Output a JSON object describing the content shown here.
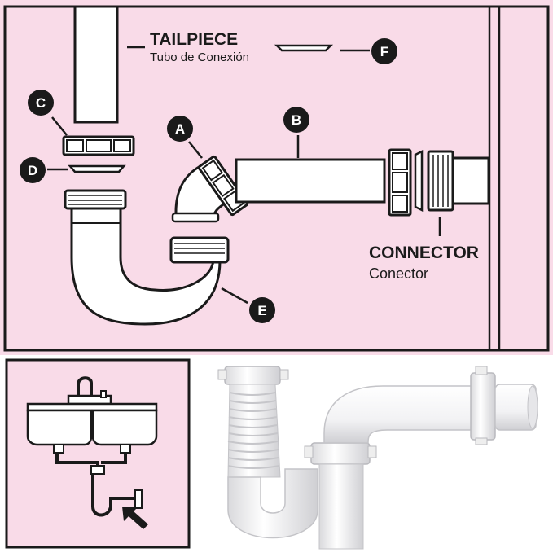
{
  "colors": {
    "background": "#f9dbe8",
    "line": "#1a1a1a",
    "badge": "#1a1a1a",
    "badge_text": "#ffffff"
  },
  "tailpiece": {
    "title": "TAILPIECE",
    "subtitle": "Tubo de Conexión"
  },
  "connector": {
    "title": "CONNECTOR",
    "subtitle": "Conector"
  },
  "parts": {
    "a": "A",
    "b": "B",
    "c": "C",
    "d": "D",
    "e": "E",
    "f": "F"
  },
  "sink_inset": {
    "pointer": "arrow-icon"
  }
}
